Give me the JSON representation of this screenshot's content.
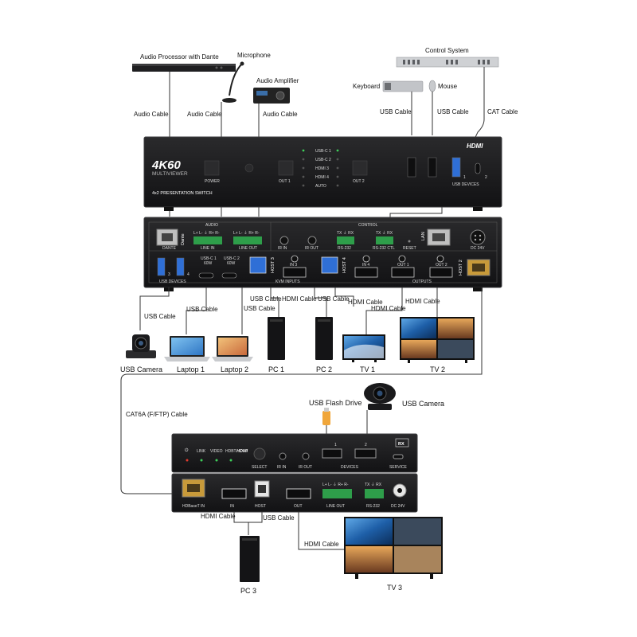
{
  "labels": {
    "audio_processor": "Audio Processor with Dante",
    "microphone": "Microphone",
    "audio_amplifier": "Audio Amplifier",
    "control_system": "Control System",
    "keyboard": "Keyboard",
    "mouse": "Mouse",
    "audio_cable_1": "Audio Cable",
    "audio_cable_2": "Audio Cable",
    "audio_cable_3": "Audio Cable",
    "usb_cable_kb": "USB Cable",
    "usb_cable_mouse": "USB Cable",
    "cat_cable": "CAT Cable",
    "usb_cable_cam": "USB Cable",
    "usb_cable_lap1": "USB Cable",
    "usb_cable_lap2": "USB Cable",
    "usb_cable_pc1": "USB Cable",
    "hdmi_cable_pc1": "HDMI Cable",
    "usb_cable_pc2": "USB Cable",
    "hdmi_cable_pc2": "HDMI Cable",
    "hdmi_cable_tv1": "HDMI Cable",
    "hdmi_cable_tv2": "HDMI Cable",
    "usb_camera": "USB Camera",
    "laptop1": "Laptop 1",
    "laptop2": "Laptop 2",
    "pc1": "PC 1",
    "pc2": "PC 2",
    "tv1": "TV 1",
    "tv2": "TV 2",
    "cat6a": "CAT6A (F/FTP) Cable",
    "usb_flash": "USB Flash Drive",
    "usb_camera_rx": "USB Camera",
    "hdmi_cable_pc3": "HDMI Cable",
    "usb_cable_pc3": "USB Cable",
    "hdmi_cable_tv3": "HDMI Cable",
    "pc3": "PC 3",
    "tv3": "TV 3"
  },
  "main_front": {
    "logo_4k60": "4K60",
    "logo_mv": "MULTIVIEWER",
    "model": "4x2 PRESENTATION SWITCH",
    "power": "POWER",
    "out1": "OUT 1",
    "out2": "OUT 2",
    "inputs": [
      "USB-C 1",
      "USB-C 2",
      "HDMI 3",
      "HDMI 4",
      "AUTO"
    ],
    "hdmi_logo": "HDMI",
    "usb_devices": "USB DEVICES",
    "port1": "1",
    "port2": "2"
  },
  "main_rear": {
    "audio": "AUDIO",
    "control": "CONTROL",
    "dante": "DANTE",
    "dante_logo": "Dante",
    "line_in": "LINE IN",
    "line_out": "LINE OUT",
    "pins": "L+ L-  ⏚  R+ R-",
    "ir_in": "IR IN",
    "ir_out": "IR OUT",
    "rs232": "RS-232",
    "rs232_ctl": "RS-232 CTL",
    "txrx": "TX ⏚ RX",
    "reset": "RESET",
    "lan": "LAN",
    "dc24": "DC 24V",
    "usb_devices": "USB DEVICES",
    "p3": "3",
    "p4": "4",
    "usbc1": "USB-C 1",
    "usbc2": "USB-C 2",
    "w60": "60W",
    "host3": "HOST 3",
    "host4": "HOST 4",
    "host2": "HOST 2",
    "in3": "IN 3",
    "in4": "IN 4",
    "kvm_inputs": "KVM INPUTS",
    "out1": "OUT 1",
    "out2": "OUT 2",
    "outputs": "OUTPUTS"
  },
  "rx_front": {
    "power_icon": "power-icon",
    "link": "LINK",
    "video": "VIDEO",
    "hdbt": "HDBT",
    "hdmi_logo": "HDMI",
    "select": "SELECT",
    "ir_in": "IR IN",
    "ir_out": "IR OUT",
    "d1": "1",
    "d2": "2",
    "devices": "DEVICES",
    "rx": "RX",
    "service": "SERVICE"
  },
  "rx_rear": {
    "hdbaset_in": "HDBaseT IN",
    "in": "IN",
    "host": "HOST",
    "out": "OUT",
    "pins": "L+ L-  ⏚  R+ R-",
    "line_out": "LINE OUT",
    "txrx": "TX ⏚ RX",
    "rs232": "RS-232",
    "dc24": "DC 24V"
  },
  "colors": {
    "chassis": "#1c1c1e",
    "chassis_edge": "#3a3a3c",
    "terminal_green": "#2e9e4a",
    "usb_blue": "#2f6fd6",
    "led_green": "#3ecf5a",
    "led_red": "#e33b2e"
  }
}
